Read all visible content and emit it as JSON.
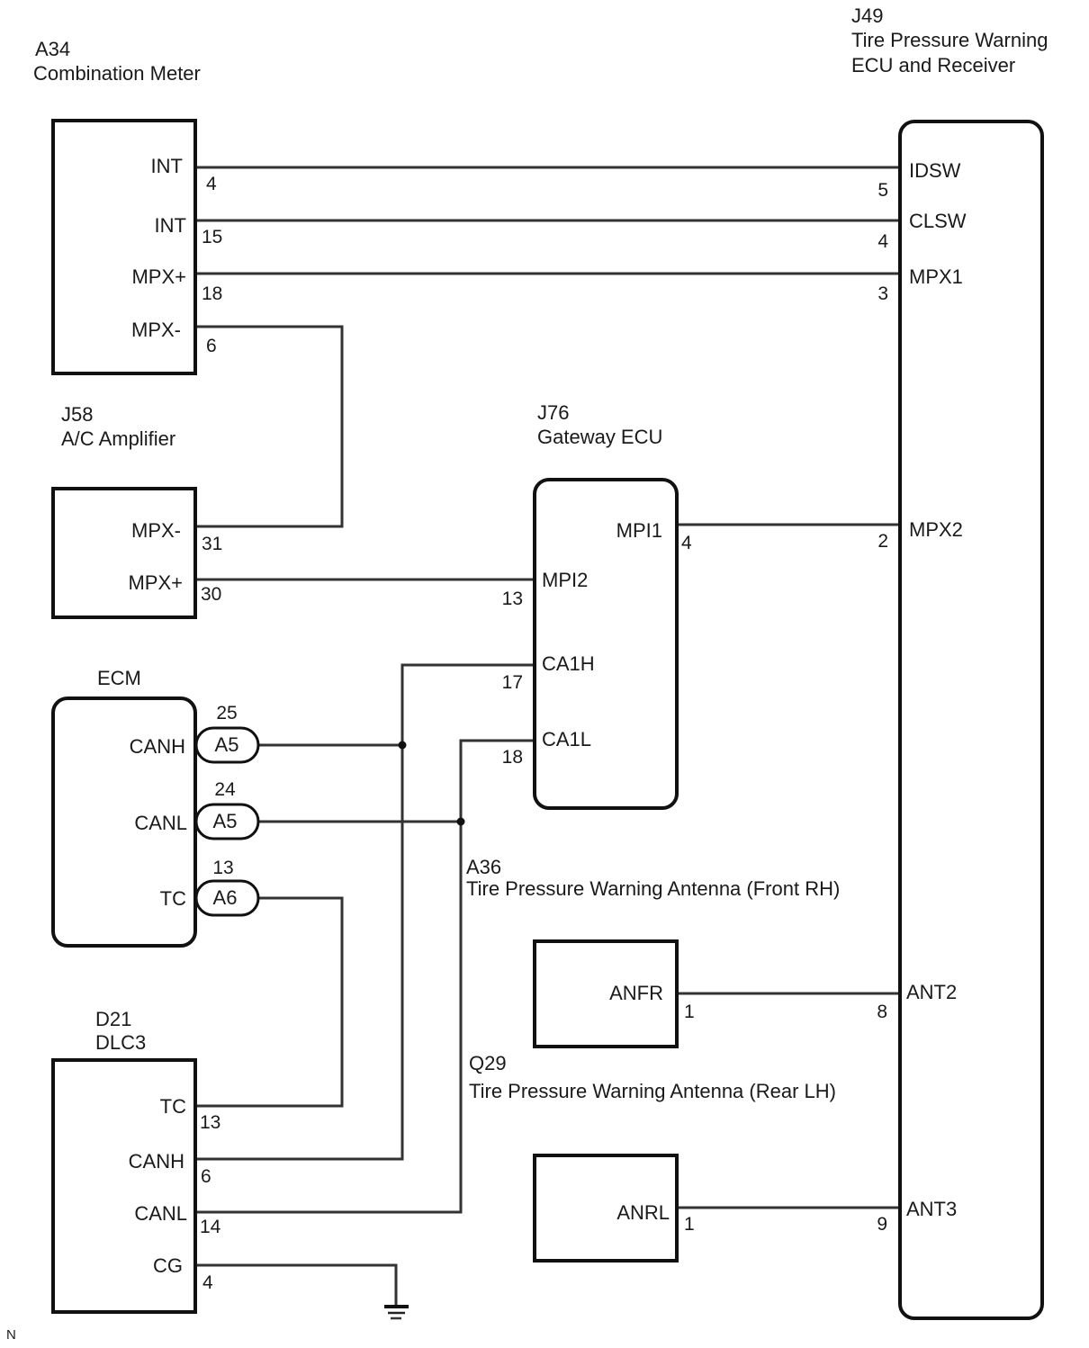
{
  "components": {
    "a34": {
      "code": "A34",
      "name": "Combination Meter",
      "pins": [
        {
          "signal": "INT",
          "number": "4"
        },
        {
          "signal": "INT",
          "number": "15"
        },
        {
          "signal": "MPX+",
          "number": "18"
        },
        {
          "signal": "MPX-",
          "number": "6"
        }
      ]
    },
    "j49": {
      "code": "J49",
      "name_line1": "Tire Pressure Warning",
      "name_line2": "ECU and Receiver",
      "pins": [
        {
          "signal": "IDSW",
          "number": "5"
        },
        {
          "signal": "CLSW",
          "number": "4"
        },
        {
          "signal": "MPX1",
          "number": "3"
        },
        {
          "signal": "MPX2",
          "number": "2"
        },
        {
          "signal": "ANT2",
          "number": "8"
        },
        {
          "signal": "ANT3",
          "number": "9"
        }
      ]
    },
    "j58": {
      "code": "J58",
      "name": "A/C Amplifier",
      "pins": [
        {
          "signal": "MPX-",
          "number": "31"
        },
        {
          "signal": "MPX+",
          "number": "30"
        }
      ]
    },
    "j76": {
      "code": "J76",
      "name": "Gateway ECU",
      "pins": [
        {
          "signal": "MPI1",
          "number": "4"
        },
        {
          "signal": "MPI2",
          "number": "13"
        },
        {
          "signal": "CA1H",
          "number": "17"
        },
        {
          "signal": "CA1L",
          "number": "18"
        }
      ]
    },
    "ecm": {
      "name": "ECM",
      "pins": [
        {
          "signal": "CANH",
          "connector": "A5",
          "number": "25"
        },
        {
          "signal": "CANL",
          "connector": "A5",
          "number": "24"
        },
        {
          "signal": "TC",
          "connector": "A6",
          "number": "13"
        }
      ]
    },
    "d21": {
      "code": "D21",
      "name": "DLC3",
      "pins": [
        {
          "signal": "TC",
          "number": "13"
        },
        {
          "signal": "CANH",
          "number": "6"
        },
        {
          "signal": "CANL",
          "number": "14"
        },
        {
          "signal": "CG",
          "number": "4"
        }
      ]
    },
    "a36": {
      "code": "A36",
      "name": "Tire Pressure Warning Antenna (Front RH)",
      "pins": [
        {
          "signal": "ANFR",
          "number": "1"
        }
      ]
    },
    "q29": {
      "code": "Q29",
      "name": "Tire Pressure Warning Antenna (Rear LH)",
      "pins": [
        {
          "signal": "ANRL",
          "number": "1"
        }
      ]
    }
  },
  "footer_mark": "N",
  "symbols": {
    "ground": "ground-icon",
    "splice": "junction-dot"
  }
}
